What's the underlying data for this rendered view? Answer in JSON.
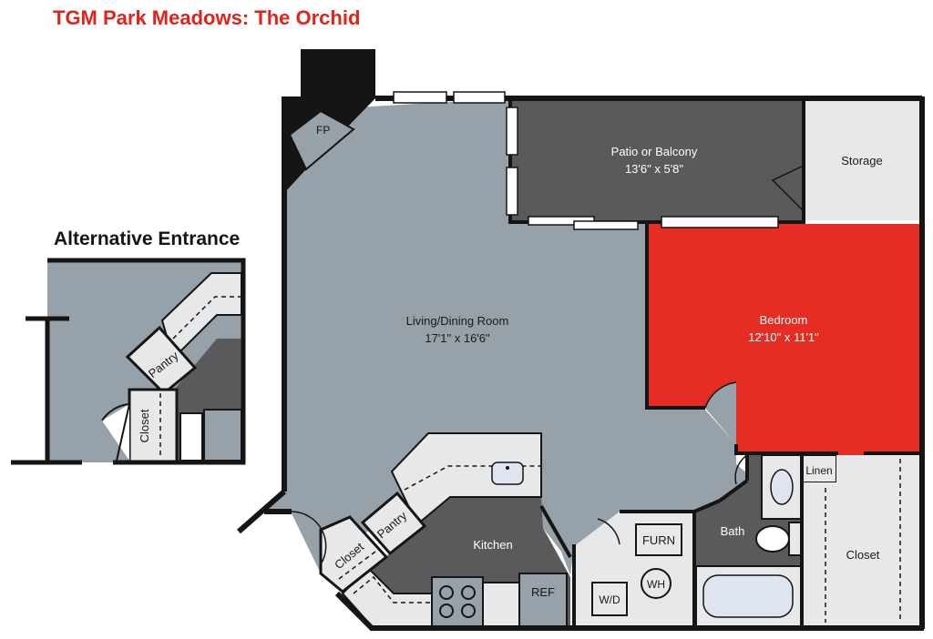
{
  "header": {
    "title": "TGM Park Meadows: The Orchid",
    "title_color": "#e2231a"
  },
  "alt_entrance": {
    "heading": "Alternative Entrance",
    "pantry": "Pantry",
    "closet": "Closet"
  },
  "rooms": {
    "patio_name": "Patio or Balcony",
    "patio_size": "13'6\" x 5'8\"",
    "storage": "Storage",
    "living_name": "Living/Dining Room",
    "living_size": "17'1\" x 16'6\"",
    "bedroom_name": "Bedroom",
    "bedroom_size": "12'10\" x 11'1\"",
    "kitchen": "Kitchen",
    "pantry": "Pantry",
    "closet_entry": "Closet",
    "bath": "Bath",
    "linen": "Linen",
    "closet_bed": "Closet",
    "fireplace": "FP",
    "furnace": "FURN",
    "water_heater": "WH",
    "washer_dryer": "W/D",
    "refrigerator": "REF"
  },
  "colors": {
    "living_fill": "#96a1a9",
    "dark_fill": "#5a5a5c",
    "bedroom_fill": "#e52d24",
    "light_fill": "#e6e8e9",
    "wall": "#151515"
  }
}
